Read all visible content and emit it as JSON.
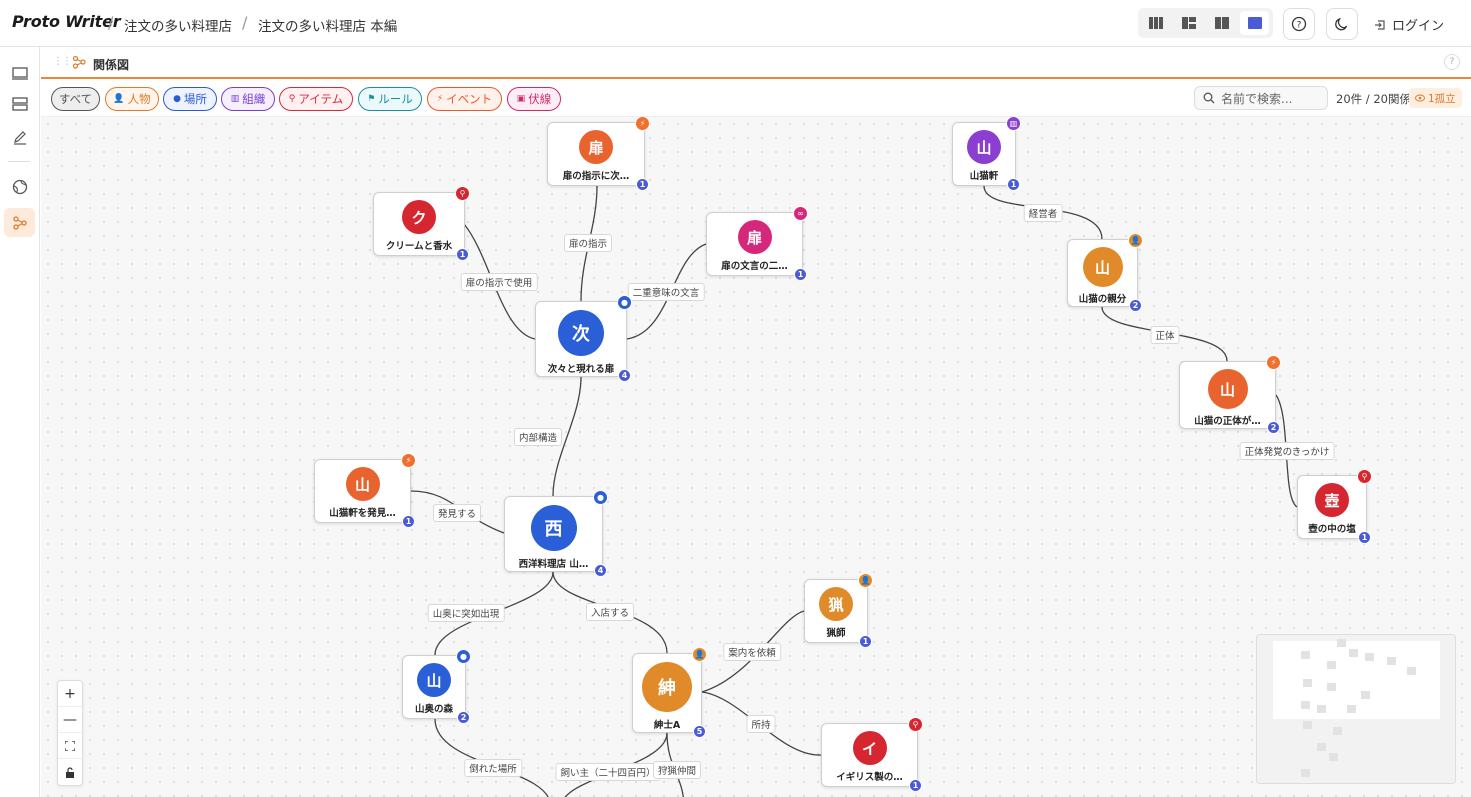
{
  "app": {
    "brand": "Proto Writer",
    "breadcrumb": [
      "注文の多い料理店",
      "注文の多い料理店 本編"
    ],
    "login_label": "ログイン"
  },
  "header_icons": [
    "layout-three-pane-icon",
    "layout-sidebar-icon",
    "layout-split-icon",
    "layout-full-icon",
    "help-icon",
    "moon-icon",
    "login-icon"
  ],
  "rail": [
    "monitor-icon",
    "layers-icon",
    "edit-icon",
    "globe-icon",
    "graph-icon"
  ],
  "panel": {
    "title": "関係図"
  },
  "filters": [
    {
      "label": "すべて",
      "color": "#555555",
      "bg": "#eeeeee",
      "icon": ""
    },
    {
      "label": "人物",
      "color": "#e07a2a",
      "bg": "#fff5ec",
      "icon": "person-icon"
    },
    {
      "label": "場所",
      "color": "#2a5bd7",
      "bg": "#eef3ff",
      "icon": "pin-icon"
    },
    {
      "label": "組織",
      "color": "#7a3fc9",
      "bg": "#f5efff",
      "icon": "building-icon"
    },
    {
      "label": "アイテム",
      "color": "#d62a3a",
      "bg": "#fff0f1",
      "icon": "key-icon"
    },
    {
      "label": "ルール",
      "color": "#1a8fa0",
      "bg": "#ecf9fb",
      "icon": "flag-icon"
    },
    {
      "label": "イベント",
      "color": "#e85a2a",
      "bg": "#fff2ec",
      "icon": "bolt-icon"
    },
    {
      "label": "伏線",
      "color": "#cc2a6e",
      "bg": "#fdeef5",
      "icon": "link-icon"
    }
  ],
  "search": {
    "placeholder": "名前で検索..."
  },
  "stats": {
    "count": "20件 / 20関係",
    "isolated": "1孤立"
  },
  "nodes": [
    {
      "id": "n1",
      "char": "扉",
      "label": "扉の指示に次…",
      "color": "#e8632e",
      "type": "event",
      "count": "1"
    },
    {
      "id": "n2",
      "char": "ク",
      "label": "クリームと香水",
      "color": "#d6262f",
      "type": "item",
      "count": "1"
    },
    {
      "id": "n3",
      "char": "扉",
      "label": "扉の文言の二…",
      "color": "#d6287a",
      "type": "foreshadow",
      "count": "1"
    },
    {
      "id": "n4",
      "char": "次",
      "label": "次々と現れる扉",
      "color": "#2b5fd8",
      "type": "place",
      "count": "4"
    },
    {
      "id": "n5",
      "char": "山",
      "label": "山猫軒を発見…",
      "color": "#e8632e",
      "type": "event",
      "count": "1"
    },
    {
      "id": "n6",
      "char": "西",
      "label": "西洋料理店 山…",
      "color": "#2b5fd8",
      "type": "place",
      "count": "4"
    },
    {
      "id": "n7",
      "char": "猟",
      "label": "猟師",
      "color": "#e08a2a",
      "type": "person",
      "count": "1"
    },
    {
      "id": "n8",
      "char": "山",
      "label": "山奥の森",
      "color": "#2b5fd8",
      "type": "place",
      "count": "2"
    },
    {
      "id": "n9",
      "char": "紳",
      "label": "紳士A",
      "color": "#e08a2a",
      "type": "person",
      "count": "5"
    },
    {
      "id": "n10",
      "char": "イ",
      "label": "イギリス製の…",
      "color": "#d6262f",
      "type": "item",
      "count": "1"
    },
    {
      "id": "n11",
      "char": "山",
      "label": "山猫軒",
      "color": "#8a3fd0",
      "type": "org",
      "count": "1"
    },
    {
      "id": "n12",
      "char": "山",
      "label": "山猫の親分",
      "color": "#e08a2a",
      "type": "person",
      "count": "2"
    },
    {
      "id": "n13",
      "char": "山",
      "label": "山猫の正体が…",
      "color": "#e8632e",
      "type": "event",
      "count": "2"
    },
    {
      "id": "n14",
      "char": "壺",
      "label": "壺の中の塩",
      "color": "#d6262f",
      "type": "item",
      "count": "1"
    }
  ],
  "edges": [
    {
      "label": "扉の指示"
    },
    {
      "label": "扉の指示で使用"
    },
    {
      "label": "二重意味の文言"
    },
    {
      "label": "内部構造"
    },
    {
      "label": "発見する"
    },
    {
      "label": "山奥に突如出現"
    },
    {
      "label": "入店する"
    },
    {
      "label": "案内を依頼"
    },
    {
      "label": "所持"
    },
    {
      "label": "倒れた場所"
    },
    {
      "label": "飼い主（二十四百円）"
    },
    {
      "label": "狩猟仲間"
    },
    {
      "label": "経営者"
    },
    {
      "label": "正体"
    },
    {
      "label": "正体発覚のきっかけ"
    }
  ],
  "type_colors": {
    "event": "#f0702e",
    "item": "#d6262f",
    "foreshadow": "#d6287a",
    "place": "#2b5fd8",
    "person": "#e08a2a",
    "org": "#8a3fd0"
  },
  "accent": "#e8893a"
}
